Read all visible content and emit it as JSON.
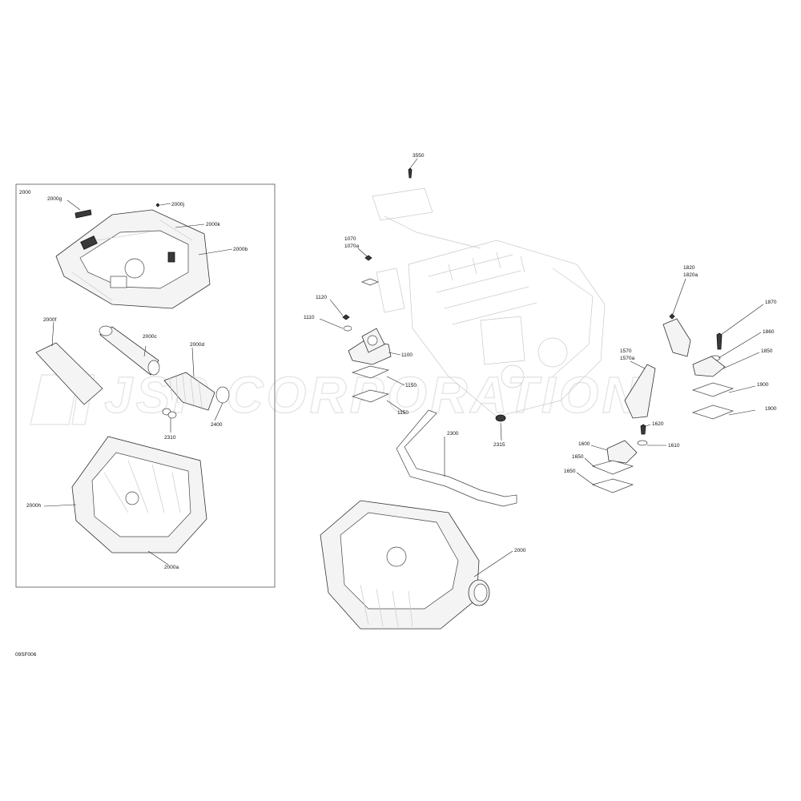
{
  "watermark": "JSP CORPORATION",
  "figure_code": "09SF006",
  "inset": {
    "title": "2000",
    "labels": {
      "l2000g": "2000g",
      "l2000j": "2000j",
      "l2000k": "2000k",
      "l2000b": "2000b",
      "l2000f": "2000f",
      "l2000c": "2000c",
      "l2000d": "2000d",
      "l2310": "2310",
      "l2400": "2400",
      "l2000h": "2000h",
      "l2000a": "2000a"
    }
  },
  "callouts": {
    "c3550": "3550",
    "c1070": "1070",
    "c1070a": "1070a",
    "c1120": "1120",
    "c1110": "1110",
    "c1100": "1100",
    "c1150a": "1150",
    "c1150b": "1150",
    "c2300": "2300",
    "c2315": "2315",
    "c2000": "2000",
    "c1820": "1820",
    "c1820a": "1820a",
    "c1870": "1870",
    "c1860": "1860",
    "c1850": "1850",
    "c1570": "1570",
    "c1570a": "1570a",
    "c1900a": "1900",
    "c1900b": "1900",
    "c1620": "1620",
    "c1600": "1600",
    "c1610": "1610",
    "c1650a": "1650",
    "c1650b": "1650"
  }
}
